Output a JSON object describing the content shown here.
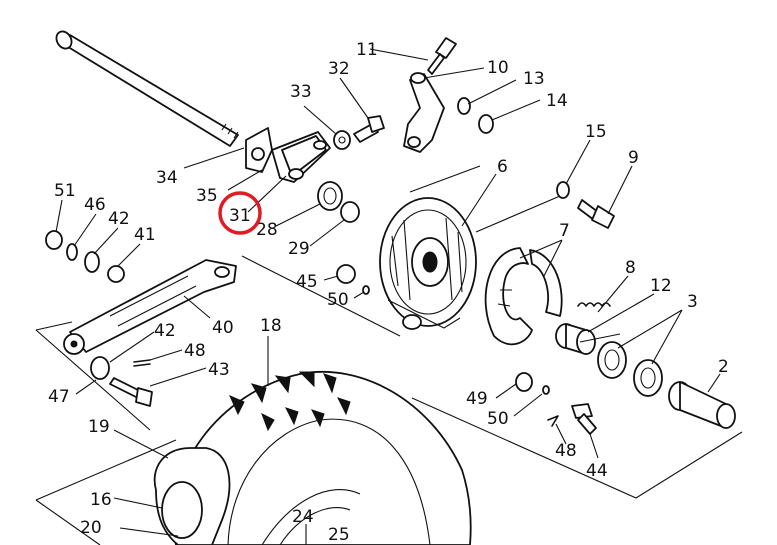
{
  "labels": {
    "p11": "11",
    "p10": "10",
    "p32": "32",
    "p33": "33",
    "p13": "13",
    "p14": "14",
    "p15": "15",
    "p9": "9",
    "p34": "34",
    "p35": "35",
    "p31": "31",
    "p6": "6",
    "p28": "28",
    "p29": "29",
    "p7": "7",
    "p51": "51",
    "p46": "46",
    "p42a": "42",
    "p41": "41",
    "p8": "8",
    "p12": "12",
    "p45": "45",
    "p50a": "50",
    "p3": "3",
    "p40": "40",
    "p18": "18",
    "p42b": "42",
    "p48a": "48",
    "p43": "43",
    "p47": "47",
    "p2": "2",
    "p49": "49",
    "p50b": "50",
    "p48b": "48",
    "p44": "44",
    "p19": "19",
    "p16": "16",
    "p20": "20",
    "p24": "24",
    "p25": "25"
  },
  "highlight": {
    "target": "31",
    "color": "#e01b24"
  }
}
